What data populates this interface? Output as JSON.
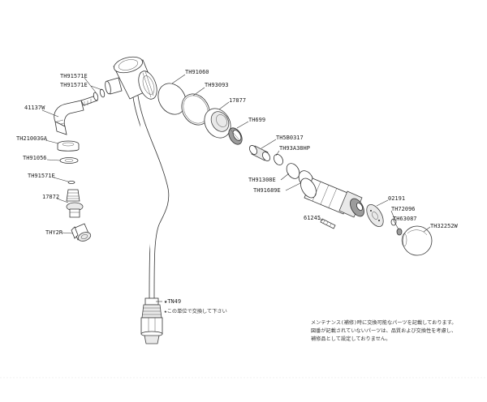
{
  "parts": {
    "p41137w": "41137W",
    "th91571e_a": "TH91571E",
    "th91571e_b": "TH91571E",
    "th21003ga": "TH21003GA",
    "th91056": "TH91056",
    "th91571e_c": "TH91571E",
    "p17872": "17872",
    "thy2r": "THY2R",
    "th91060": "TH91060",
    "th93093": "TH93093",
    "p17877": "17877",
    "th699": "TH699",
    "th5b0317": "TH5B0317",
    "th93a38hp": "TH93A38HP",
    "th91308e": "TH91308E",
    "th91689e": "TH91689E",
    "p61245": "61245",
    "p02191": "02191",
    "th72096": "TH72096",
    "th63087": "TH63087",
    "th32252w": "TH32252W",
    "tn49": "★TN49"
  },
  "unit_note": "★この単位で交換して下さい",
  "footer": {
    "line1": "メンテナンス(補修)時に交換可能なパーツを記載しております。",
    "line2": "図番が記載されていないパーツは、品質および交換性を考慮し、",
    "line3": "補修品として設定しておりません。"
  }
}
